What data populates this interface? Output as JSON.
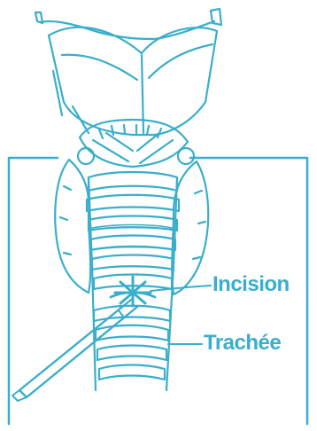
{
  "labels": {
    "incision": "Incision",
    "trachee": "Trachée"
  },
  "colors": {
    "line": "#3aaeca",
    "background": "#ffffff"
  },
  "icons": {
    "scalpel": "scalpel-icon",
    "larynx": "larynx-trachea-illustration"
  }
}
